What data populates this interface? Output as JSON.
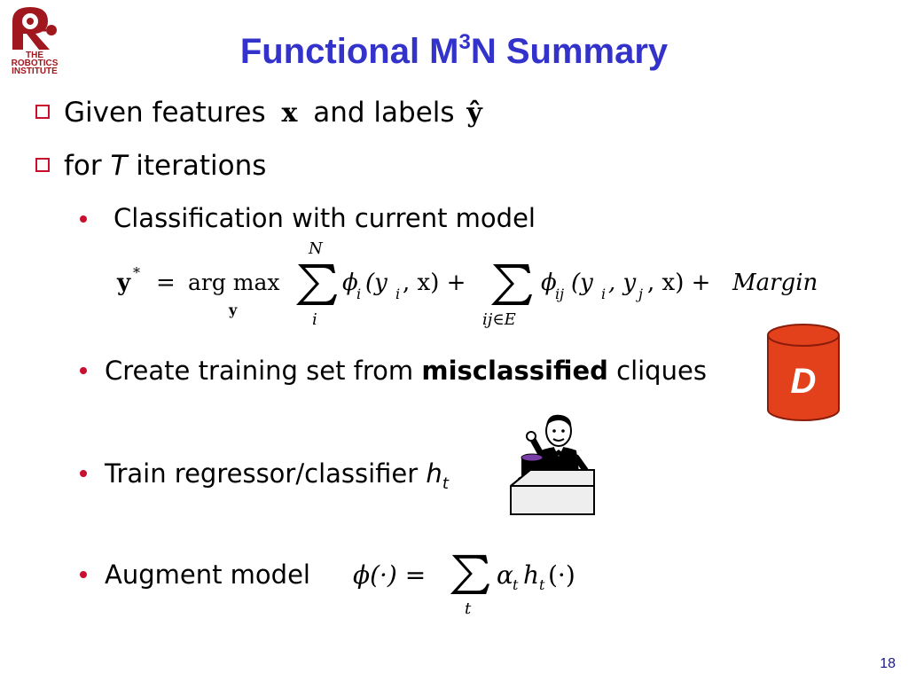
{
  "colors": {
    "title": "#3333cc",
    "accent": "#c8102e",
    "cylinder": "#e2411c",
    "logo": "#a0171d"
  },
  "logo": {
    "line1": "THE",
    "line2": "ROBOTICS",
    "line3": "INSTITUTE"
  },
  "slide": {
    "title_main": "Functional M",
    "title_sup": "3",
    "title_end": "N Summary",
    "page_number": "18",
    "items": [
      {
        "text_before": "Given features",
        "text_after": "and labels"
      },
      {
        "text_before": "for",
        "text_italic": "T",
        "text_after": "iterations"
      }
    ],
    "subitems": [
      {
        "text": "Classification with current model"
      },
      {
        "text_before": "Create training set from",
        "text_bold": "misclassified",
        "text_after": "cliques"
      },
      {
        "text_before": "Train regressor/classifier",
        "text_italic": "h",
        "text_sub": "t"
      },
      {
        "text": "Augment model"
      }
    ],
    "dataset_label": "D"
  },
  "equations": {
    "features_symbol": "x",
    "labels_symbol": "ŷ",
    "classification": {
      "lhs": "y",
      "lhs_sup": "*",
      "eq": "=",
      "argmax": "arg max",
      "argmax_under": "y",
      "sum1_top": "N",
      "sum1_bottom": "i",
      "term1": "ϕ",
      "term1_sub": "i",
      "term1_args": "(y",
      "term1_args_sub": "i",
      "term1_args_end": ", x) +",
      "sum2_bottom": "ij∈E",
      "term2": "ϕ",
      "term2_sub": "ij",
      "term2_args": "(y",
      "term2_args_sub1": "i",
      "term2_args_mid": ", y",
      "term2_args_sub2": "j",
      "term2_args_end": ", x) +",
      "margin": "Margin"
    },
    "augment": {
      "lhs": "ϕ(·) =",
      "sum_bottom": "t",
      "alpha": "α",
      "alpha_sub": "t",
      "h": "h",
      "h_sub": "t",
      "end": "(·)"
    }
  },
  "icons": [
    "robotics-institute-logo",
    "dataset-cylinder-icon",
    "magician-clipart-icon"
  ]
}
